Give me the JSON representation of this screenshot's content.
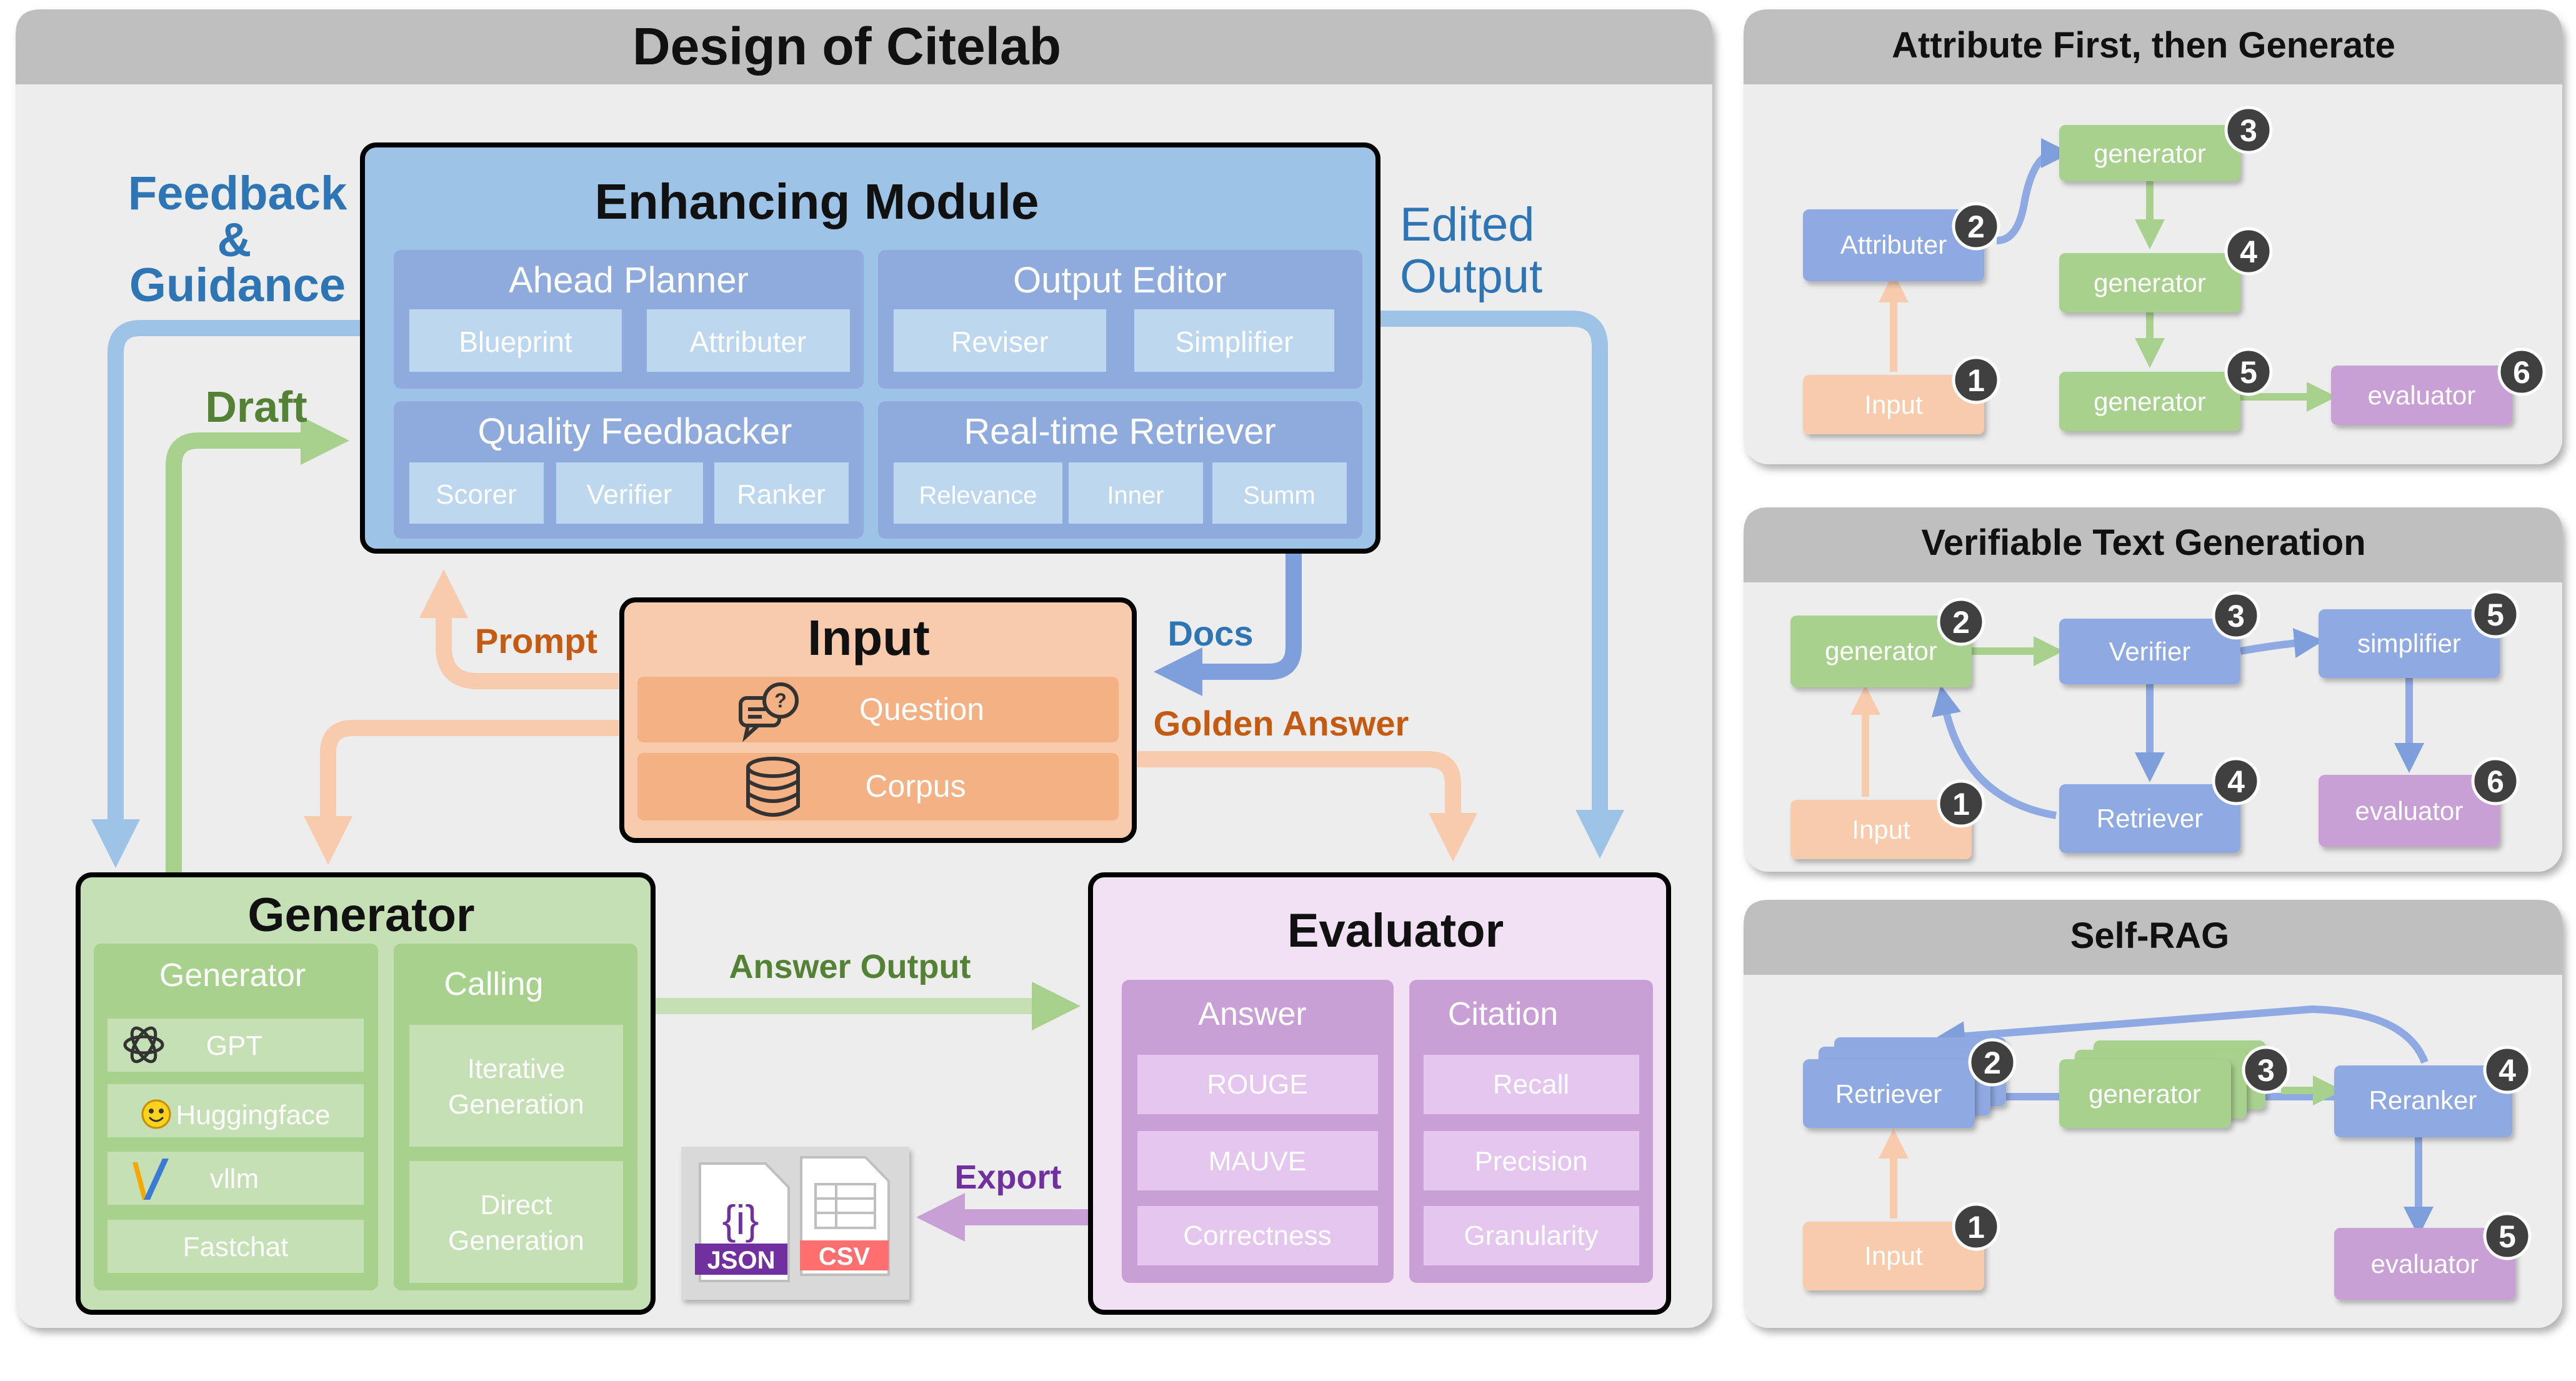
{
  "main": {
    "title": "Design of Citelab",
    "enhancing": {
      "title": "Enhancing Module",
      "ahead_planner": {
        "title": "Ahead Planner",
        "items": [
          "Blueprint",
          "Attributer"
        ]
      },
      "output_editor": {
        "title": "Output Editor",
        "items": [
          "Reviser",
          "Simplifier"
        ]
      },
      "quality_feedbacker": {
        "title": "Quality Feedbacker",
        "items": [
          "Scorer",
          "Verifier",
          "Ranker"
        ]
      },
      "retriever": {
        "title": "Real-time Retriever",
        "items": [
          "Relevance",
          "Inner",
          "Summ"
        ]
      }
    },
    "input": {
      "title": "Input",
      "question": "Question",
      "corpus": "Corpus"
    },
    "generator": {
      "title": "Generator",
      "gen_col": {
        "title": "Generator",
        "items": [
          "GPT",
          "Huggingface",
          "vllm",
          "Fastchat"
        ]
      },
      "calling_col": {
        "title": "Calling",
        "items": [
          [
            "Iterative",
            "Generation"
          ],
          [
            "Direct",
            "Generation"
          ]
        ]
      }
    },
    "evaluator": {
      "title": "Evaluator",
      "answer_col": {
        "title": "Answer",
        "items": [
          "ROUGE",
          "MAUVE",
          "Correctness"
        ]
      },
      "citation_col": {
        "title": "Citation",
        "items": [
          "Recall",
          "Precision",
          "Granularity"
        ]
      }
    },
    "labels": {
      "feedback": [
        "Feedback",
        "&",
        "Guidance"
      ],
      "draft": "Draft",
      "edited": [
        "Edited",
        "Output"
      ],
      "prompt": "Prompt",
      "docs": "Docs",
      "golden": "Golden Answer",
      "answer_output": "Answer Output",
      "export": "Export"
    },
    "export_files": [
      "JSON",
      "CSV"
    ],
    "json_glyph": "{i}"
  },
  "panels": {
    "afg": {
      "title": "Attribute First, then Generate",
      "nodes": [
        "generator",
        "Attributer",
        "generator",
        "Input",
        "generator",
        "evaluator"
      ],
      "badges": [
        "3",
        "2",
        "4",
        "1",
        "5",
        "6"
      ]
    },
    "vtg": {
      "title": "Verifiable Text Generation",
      "nodes": [
        "generator",
        "Verifier",
        "simplifier",
        "Input",
        "Retriever",
        "evaluator"
      ],
      "badges": [
        "2",
        "3",
        "5",
        "1",
        "4",
        "6"
      ]
    },
    "selfrag": {
      "title": "Self-RAG",
      "nodes": [
        "Retriever",
        "generator",
        "Reranker",
        "Input",
        "evaluator"
      ],
      "badges": [
        "2",
        "3",
        "4",
        "1",
        "5"
      ]
    }
  },
  "colors": {
    "blue_node": "#8fa9e2",
    "green_node": "#a9d18e",
    "orange_node": "#f8cbad",
    "purple_node": "#c9a0d6",
    "enhancing_fill": "#9dc3e6",
    "generator_fill": "#c5e0b4",
    "evaluator_fill": "#f2e1f5",
    "label_blue": "#2e75b6",
    "label_green": "#548235",
    "label_orange": "#c55a11",
    "label_purple": "#7030a0"
  }
}
